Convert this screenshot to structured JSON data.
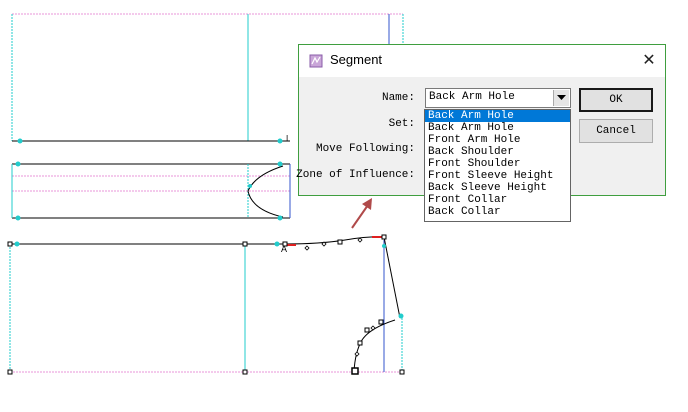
{
  "dialog": {
    "title": "Segment",
    "fields": {
      "name_label": "Name:",
      "set_label": "Set:",
      "move_following_label": "Move Following:",
      "zone_label": "Zone of Influence:"
    },
    "name_value": "Back Arm Hole",
    "ok_label": "OK",
    "cancel_label": "Cancel"
  },
  "dropdown": {
    "options": [
      "Back Arm Hole",
      "Back Arm Hole",
      "Front Arm Hole",
      "Back Shoulder",
      "Front Shoulder",
      "Front Sleeve Height",
      "Back Sleeve Height",
      "Front Collar",
      "Back Collar"
    ],
    "selected_index": 0
  },
  "canvas": {
    "point_label": "A",
    "colors": {
      "outline": "#000000",
      "cyan": "#22cccc",
      "pink": "#e896d8",
      "blue": "#3355cc",
      "red": "#e02020",
      "arrow": "#b04a4a",
      "dialog_border": "#3f9e3f",
      "selection": "#0078d7"
    }
  }
}
